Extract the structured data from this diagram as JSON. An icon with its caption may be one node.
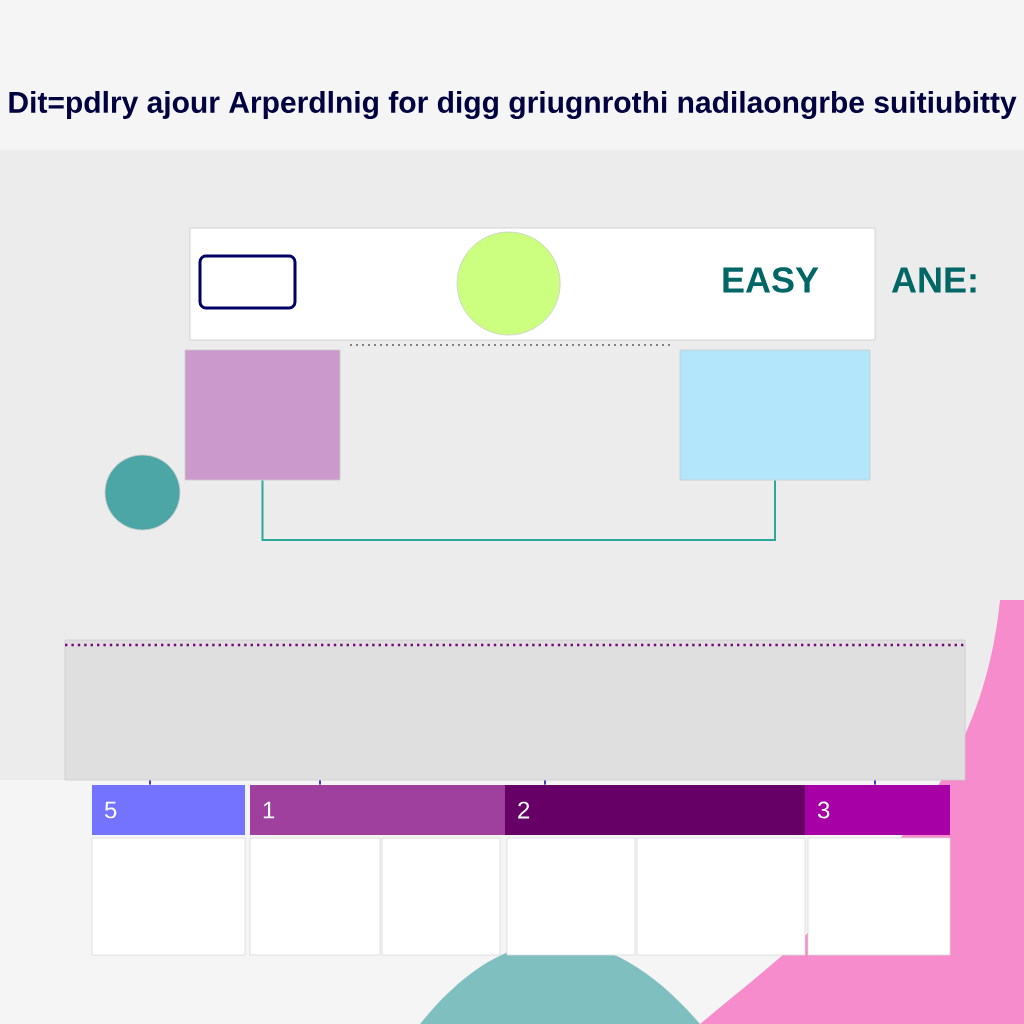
{
  "diagram": {
    "title": "Dit=pdlry ajour Arperdlnig for digg griugnrothi nadilaongrbe suitiubitty",
    "nodes": [
      {
        "text": [],
        "shape": "box"
      },
      {
        "text": [],
        "shape": "circle",
        "in": 0
      },
      {
        "text": [],
        "shape": "circle"
      },
      {
        "text": [],
        "shape": "box"
      },
      {
        "text": [],
        "shape": "box"
      },
      {
        "text": [],
        "shape": "box"
      },
      {
        "text": [
          "5"
        ]
      },
      {
        "text": [
          "1"
        ]
      },
      {
        "text": [
          "2"
        ]
      },
      {
        "text": [
          "3"
        ]
      }
    ],
    "edges": [
      {
        "from": 5,
        "to": 6,
        "arrow": "none"
      },
      {
        "from": 5,
        "to": 7,
        "arrow": "none"
      },
      {
        "from": 5,
        "to": 8,
        "arrow": "none"
      },
      {
        "from": 5,
        "to": 9,
        "arrow": "none"
      },
      {
        "from": 3,
        "to": 4,
        "arrow": "none",
        "color": "#2aa89a"
      }
    ],
    "labels": [
      "EASY",
      "ANE:"
    ]
  }
}
